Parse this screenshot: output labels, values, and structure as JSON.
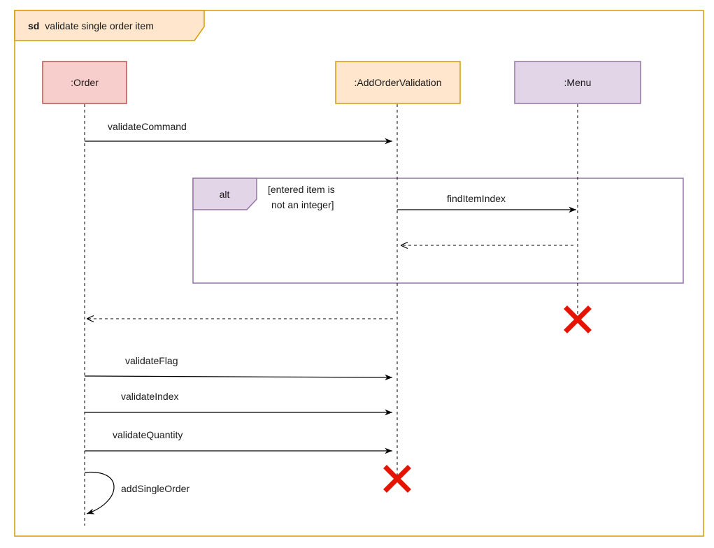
{
  "frame": {
    "keyword": "sd",
    "title": "validate single order item"
  },
  "lifelines": {
    "order": ":Order",
    "validation": ":AddOrderValidation",
    "menu": ":Menu"
  },
  "colors": {
    "frame_border": "#d79b00",
    "frame_tab_fill": "#ffe6cc",
    "order_fill": "#f8cecc",
    "order_border": "#b85450",
    "validation_fill": "#ffe6cc",
    "validation_border": "#d79b00",
    "menu_fill": "#e1d5e7",
    "menu_border": "#9673a6",
    "alt_border": "#9673a6",
    "alt_tab_fill": "#e1d5e7",
    "destroy": "#e51400"
  },
  "alt_fragment": {
    "operator": "alt",
    "guard_line1": "[entered item is",
    "guard_line2": "not an integer]"
  },
  "messages": {
    "validate_command": "validateCommand",
    "find_item_index": "findItemIndex",
    "validate_flag": "validateFlag",
    "validate_index": "validateIndex",
    "validate_quantity": "validateQuantity",
    "add_single_order": "addSingleOrder"
  },
  "icons": {
    "destroy": "destroy-x-icon"
  }
}
